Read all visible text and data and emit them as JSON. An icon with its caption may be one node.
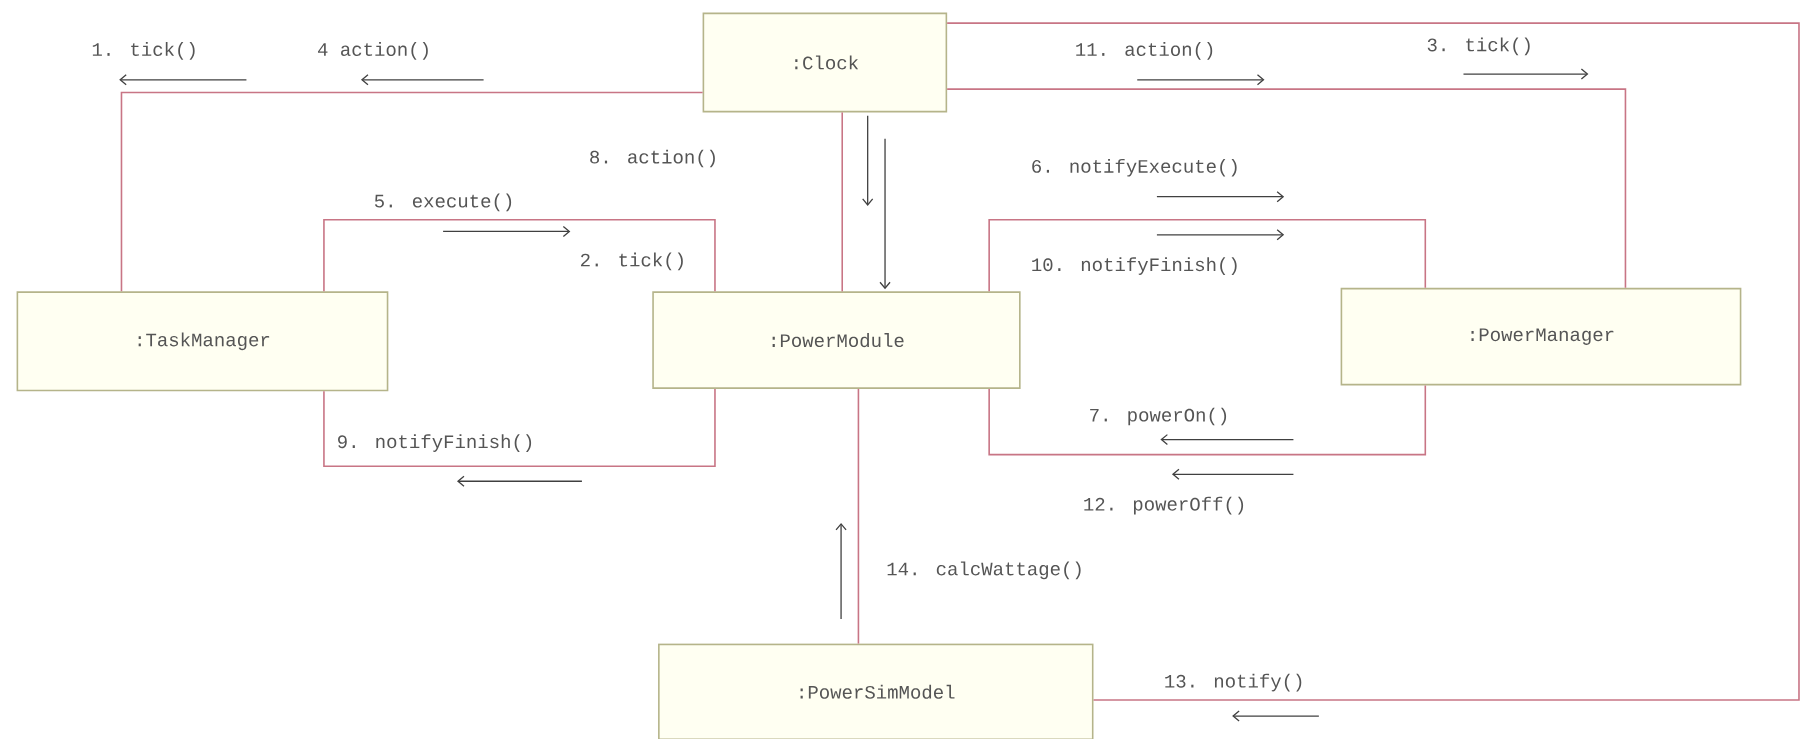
{
  "diagram": {
    "nodes": [
      {
        "text": [
          ":Clock"
        ]
      },
      {
        "text": [
          ":TaskManager"
        ]
      },
      {
        "text": [
          ":PowerModule"
        ]
      },
      {
        "text": [
          ":PowerManager"
        ]
      },
      {
        "text": [
          ":PowerSimModel"
        ]
      }
    ],
    "edges": [
      {
        "from": 0,
        "to": 1,
        "arrow": "none"
      },
      {
        "from": 0,
        "to": 2,
        "arrow": "none"
      },
      {
        "from": 0,
        "to": 3,
        "arrow": "none"
      },
      {
        "from": 0,
        "to": 4,
        "arrow": "none"
      },
      {
        "from": 1,
        "to": 2,
        "arrow": "none"
      },
      {
        "from": 1,
        "to": 2,
        "arrow": "none"
      },
      {
        "from": 2,
        "to": 3,
        "arrow": "none"
      },
      {
        "from": 2,
        "to": 3,
        "arrow": "none"
      },
      {
        "from": 2,
        "to": 4,
        "arrow": "none"
      }
    ],
    "labels": [
      "1. tick()",
      "4 action()",
      "11. action()",
      "3. tick()",
      "8. action()",
      "5. execute()",
      "2. tick()",
      "6. notifyExecute()",
      "10. notifyFinish()",
      "9. notifyFinish()",
      "7. powerOn()",
      "12. powerOff()",
      "14. calcWattage()",
      "13. notify()"
    ]
  }
}
